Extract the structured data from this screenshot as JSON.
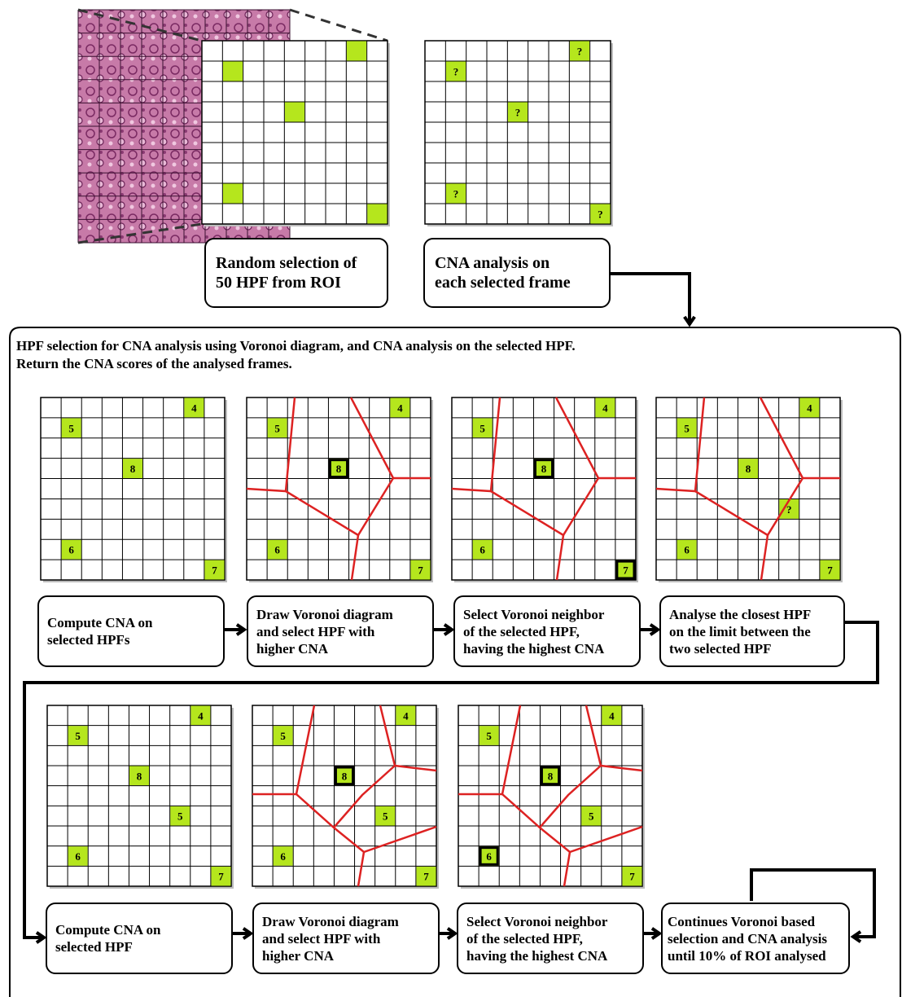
{
  "top_steps": {
    "random_selection": "Random selection of\n50 HPF from ROI",
    "cna_each": "CNA analysis on\neach selected frame"
  },
  "section": {
    "title_line1": "HPF selection for CNA analysis using Voronoi diagram, and CNA analysis on the selected HPF.",
    "title_line2": "Return the CNA scores of the analysed frames."
  },
  "row1_steps": [
    "Compute CNA on\nselected HPFs",
    "Draw Voronoi diagram\nand select HPF with\nhigher CNA",
    "Select Voronoi neighbor\nof the selected HPF,\nhaving the highest CNA",
    "Analyse the closest HPF\non the limit between the\ntwo selected HPF"
  ],
  "row2_steps": [
    "Compute CNA on\nselected HPF",
    "Draw Voronoi diagram\nand select HPF with\nhigher CNA",
    "Select Voronoi neighbor\nof the selected HPF,\nhaving the highest CNA",
    "Continues Voronoi based\nselection and CNA analysis\nuntil 10% of ROI analysed"
  ],
  "cell_labels": {
    "unknown": "?",
    "four": "4",
    "five": "5",
    "six": "6",
    "seven": "7",
    "eight": "8"
  },
  "colors": {
    "highlight": "#b5e61d",
    "voronoi": "#dd2222",
    "tissue": "#c77aa8",
    "grid": "#000000"
  }
}
